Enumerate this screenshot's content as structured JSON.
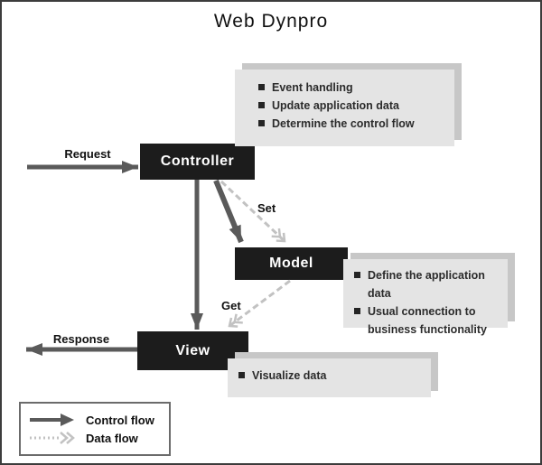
{
  "title": "Web Dynpro",
  "nodes": {
    "controller": "Controller",
    "model": "Model",
    "view": "View"
  },
  "flow_labels": {
    "request": "Request",
    "response": "Response",
    "set": "Set",
    "get": "Get"
  },
  "annotations": {
    "controller": {
      "items": [
        "Event handling",
        "Update application data",
        "Determine the control flow"
      ]
    },
    "model": {
      "items": [
        "Define the application data",
        "Usual connection to business functionality"
      ]
    },
    "view": {
      "items": [
        "Visualize data"
      ]
    }
  },
  "legend": {
    "control_flow": "Control flow",
    "data_flow": "Data flow"
  },
  "colors": {
    "node_bg": "#1c1c1c",
    "node_text": "#ffffff",
    "annotation_bg": "#e4e4e4",
    "annotation_shadow": "#c7c7c7",
    "control_flow_arrow": "#5a5a5a",
    "data_flow_arrow": "#c2c2c2"
  }
}
